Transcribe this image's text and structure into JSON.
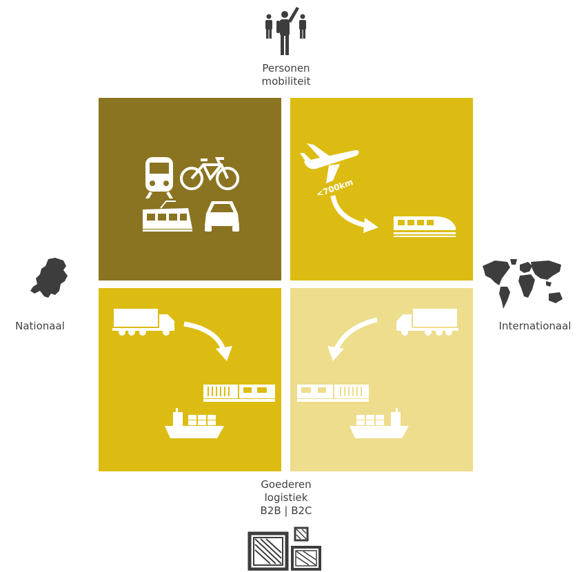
{
  "labels": {
    "people": [
      "Personen",
      "mobiliteit"
    ],
    "national": "Nationaal",
    "international": "Internationaal",
    "goods": [
      "Goederen",
      "logistiek",
      "B2B | B2C"
    ]
  },
  "quadrants": {
    "top_right": {
      "distance_label": "<700km"
    }
  },
  "colors": {
    "dark_olive": "#8a7422",
    "gold": "#dcbc12",
    "light_gold": "#eddd8c",
    "icon_gray": "#3d3d3d"
  },
  "icons": [
    "people-icon",
    "netherlands-map-icon",
    "world-map-icon",
    "crates-icon",
    "train-icon",
    "bicycle-icon",
    "tram-icon",
    "car-icon",
    "airplane-icon",
    "high-speed-train-icon",
    "truck-icon",
    "freight-train-icon",
    "cargo-ship-icon",
    "curved-arrow-icon"
  ]
}
